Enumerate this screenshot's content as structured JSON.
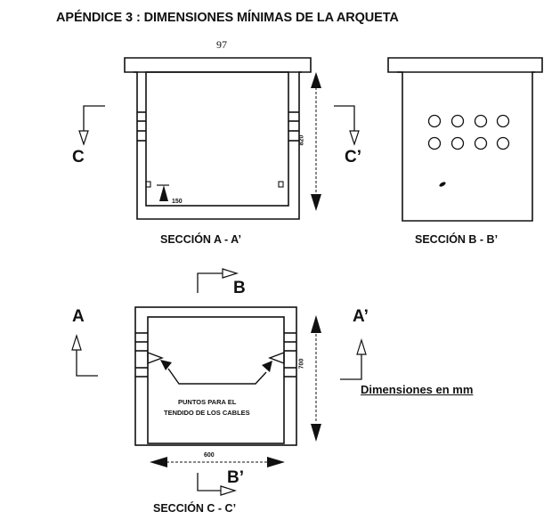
{
  "title": "APÉNDICE 3 : DIMENSIONES MÍNIMAS DE LA ARQUETA",
  "page_number": "97",
  "section_a": {
    "caption": "SECCIÓN A - A’",
    "cut_label_left": "C",
    "cut_label_right": "C’",
    "height_dim": "820",
    "depth_mark": "150"
  },
  "section_b": {
    "caption": "SECCIÓN B - B’",
    "holes_rows": 2,
    "holes_cols": 4
  },
  "section_c": {
    "caption": "SECCIÓN C - C’",
    "cut_label_top": "B",
    "cut_label_bottom": "B’",
    "cut_label_left": "A",
    "cut_label_right": "A’",
    "height_dim": "700",
    "width_dim": "600",
    "note_line1": "PUNTOS PARA EL",
    "note_line2": "TENDIDO DE LOS CABLES"
  },
  "units_note": "Dimensiones en mm"
}
